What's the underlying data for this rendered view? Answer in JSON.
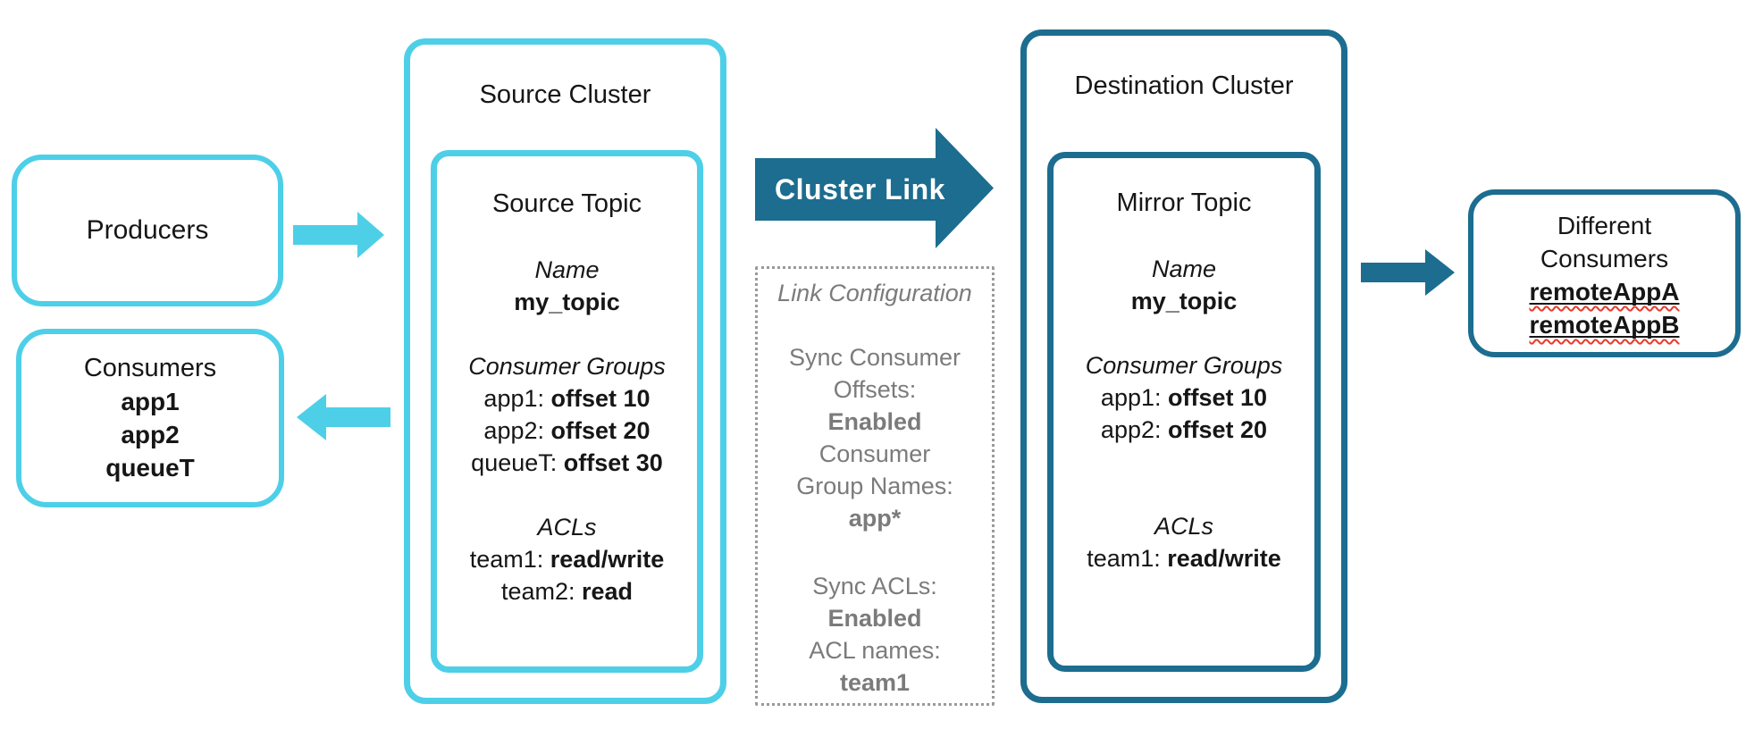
{
  "colors": {
    "cyan": "#4DCFE8",
    "teal": "#1C6D8F",
    "gray": "#7B7B7B",
    "dot_gray": "#9A9A9A",
    "red": "#E8392B",
    "ink": "#161616"
  },
  "left_column": {
    "producers_label": "Producers",
    "consumers_label": "Consumers",
    "consumer_names": [
      "app1",
      "app2",
      "queueT"
    ]
  },
  "source_cluster": {
    "title": "Source Cluster",
    "topic": {
      "title": "Source Topic",
      "name_heading": "Name",
      "name_value": "my_topic",
      "consumer_groups_heading": "Consumer Groups",
      "consumer_groups": [
        {
          "k": "app1:",
          "v": "offset 10"
        },
        {
          "k": "app2:",
          "v": "offset 20"
        },
        {
          "k": "queueT:",
          "v": "offset 30"
        }
      ],
      "acls_heading": "ACLs",
      "acls": [
        {
          "k": "team1:",
          "v": "read/write"
        },
        {
          "k": "team2:",
          "v": "read"
        }
      ]
    }
  },
  "cluster_link": {
    "label": "Cluster Link"
  },
  "link_configuration": {
    "title": "Link Configuration",
    "lines": [
      {
        "text": "Sync Consumer"
      },
      {
        "text": "Offsets:"
      },
      {
        "text": "Enabled"
      },
      {
        "text": "Consumer"
      },
      {
        "text": "Group Names:"
      },
      {
        "text": "app*"
      },
      {
        "text": "Sync ACLs:"
      },
      {
        "text": "Enabled"
      },
      {
        "text": "ACL names:"
      },
      {
        "text": "team1"
      }
    ]
  },
  "destination_cluster": {
    "title": "Destination Cluster",
    "topic": {
      "title": "Mirror Topic",
      "name_heading": "Name",
      "name_value": "my_topic",
      "consumer_groups_heading": "Consumer Groups",
      "consumer_groups": [
        {
          "k": "app1:",
          "v": "offset 10"
        },
        {
          "k": "app2:",
          "v": "offset 20"
        }
      ],
      "acls_heading": "ACLs",
      "acls": [
        {
          "k": "team1:",
          "v": "read/write"
        }
      ]
    }
  },
  "right_column": {
    "title_line1": "Different",
    "title_line2": "Consumers",
    "consumer_names": [
      "remoteAppA",
      "remoteAppB"
    ]
  }
}
